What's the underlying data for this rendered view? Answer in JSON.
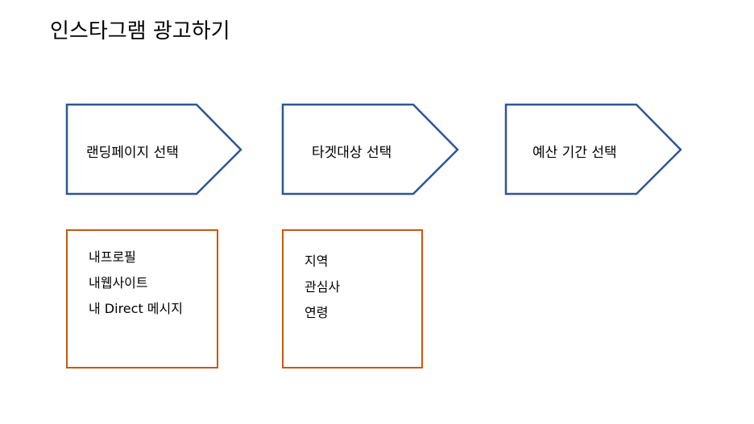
{
  "title": "인스타그램 광고하기",
  "colors": {
    "step_border": "#2f5597",
    "detail_border": "#c55a11"
  },
  "steps": [
    {
      "label": "랜딩페이지 선택"
    },
    {
      "label": "타겟대상 선택"
    },
    {
      "label": "예산 기간 선택"
    }
  ],
  "details": [
    {
      "items": [
        "내프로필",
        "내웹사이트",
        "내 Direct 메시지"
      ]
    },
    {
      "items": [
        "지역",
        "관심사",
        "연령"
      ]
    }
  ]
}
